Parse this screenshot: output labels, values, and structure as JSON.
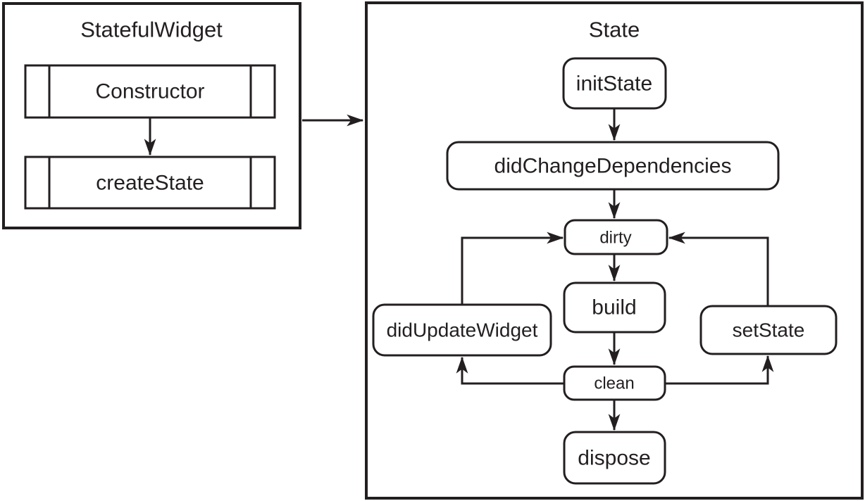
{
  "figure": {
    "type": "flowchart",
    "ink_color": "#231f20",
    "background_color": "#ffffff",
    "panels": [
      {
        "title": "StatefulWidget",
        "nodes": [
          {
            "id": "constructor",
            "label": "Constructor",
            "shape": "subroutine"
          },
          {
            "id": "createState",
            "label": "createState",
            "shape": "subroutine"
          }
        ],
        "edges": [
          {
            "from": "Constructor",
            "to": "createState"
          }
        ]
      },
      {
        "title": "State",
        "nodes": [
          {
            "id": "initState",
            "label": "initState",
            "shape": "rounded"
          },
          {
            "id": "didChangeDependencies",
            "label": "didChangeDependencies",
            "shape": "rounded"
          },
          {
            "id": "dirty",
            "label": "dirty",
            "shape": "rounded-small"
          },
          {
            "id": "build",
            "label": "build",
            "shape": "rounded"
          },
          {
            "id": "clean",
            "label": "clean",
            "shape": "rounded-small"
          },
          {
            "id": "dispose",
            "label": "dispose",
            "shape": "rounded"
          },
          {
            "id": "didUpdateWidget",
            "label": "didUpdateWidget",
            "shape": "rounded"
          },
          {
            "id": "setState",
            "label": "setState",
            "shape": "rounded"
          }
        ],
        "edges": [
          {
            "from": "initState",
            "to": "didChangeDependencies"
          },
          {
            "from": "didChangeDependencies",
            "to": "dirty"
          },
          {
            "from": "dirty",
            "to": "build"
          },
          {
            "from": "build",
            "to": "clean"
          },
          {
            "from": "clean",
            "to": "dispose"
          },
          {
            "from": "didUpdateWidget",
            "to": "dirty"
          },
          {
            "from": "setState",
            "to": "dirty"
          },
          {
            "from": "clean",
            "to": "didUpdateWidget"
          },
          {
            "from": "clean",
            "to": "setState"
          }
        ]
      }
    ],
    "cross_edges": [
      {
        "from": "StatefulWidget",
        "to": "State"
      }
    ]
  }
}
